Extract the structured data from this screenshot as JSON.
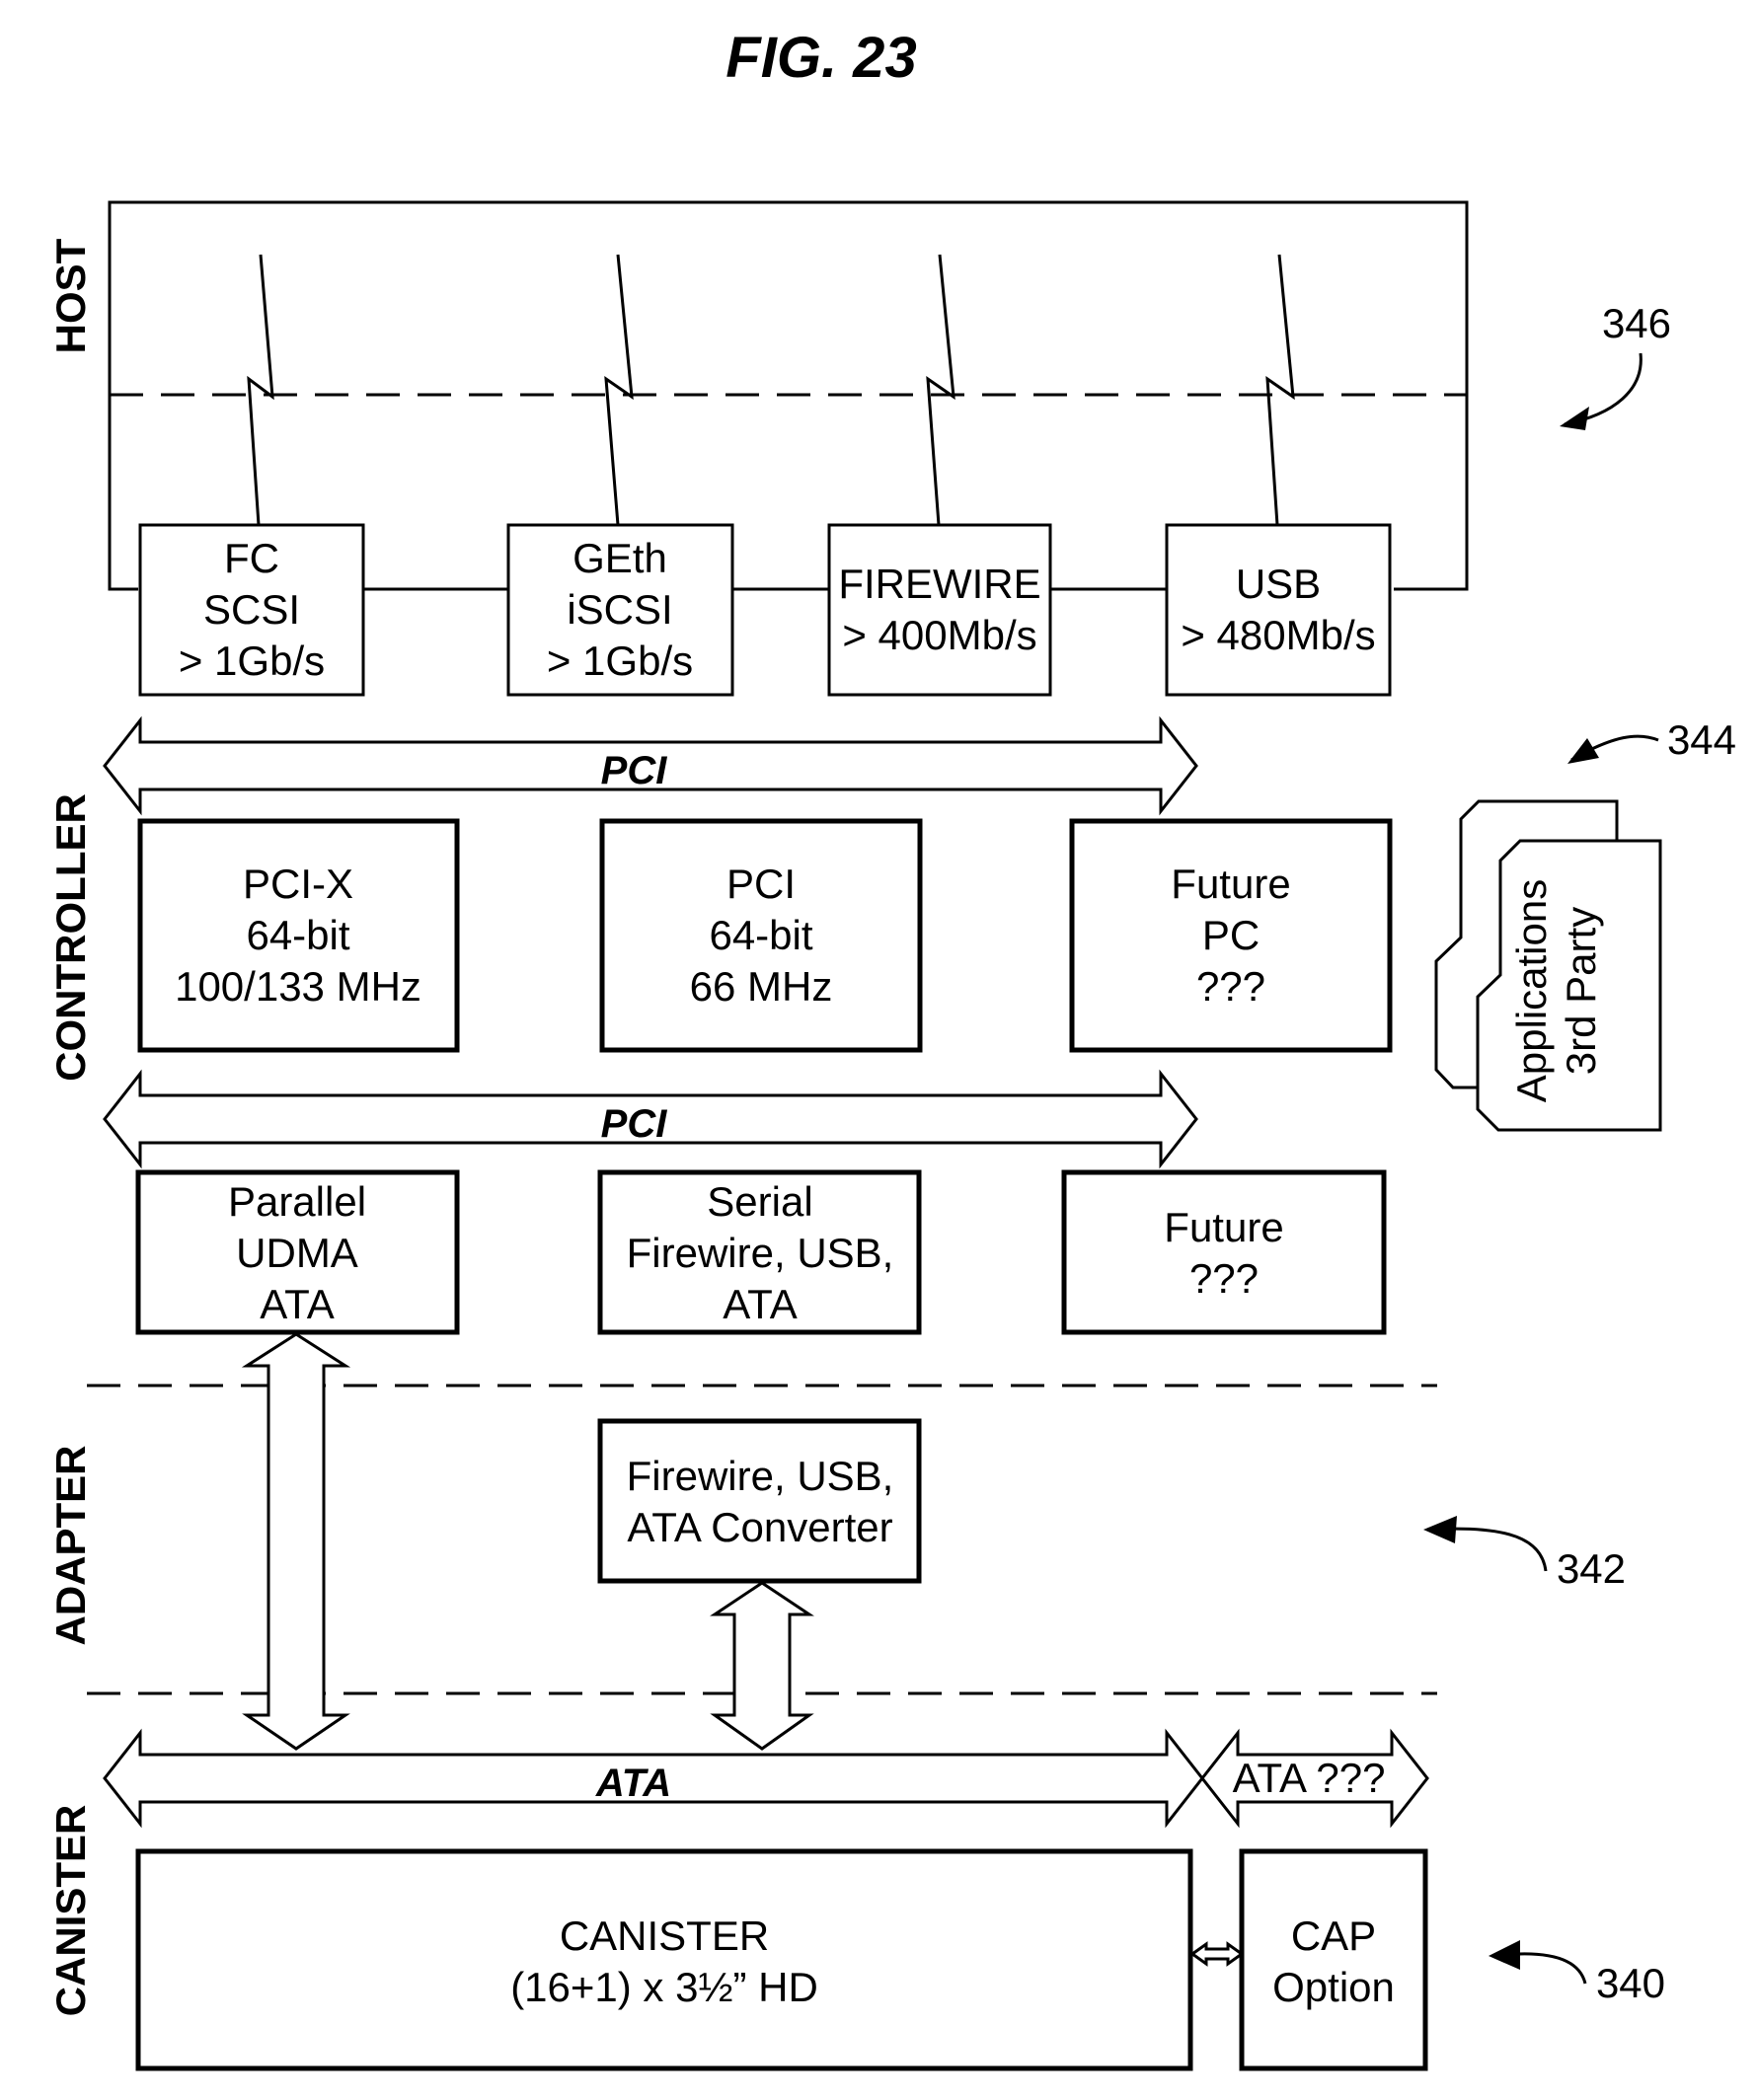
{
  "figure": {
    "title": "FIG. 23"
  },
  "layers": {
    "host": "HOST",
    "controller": "CONTROLLER",
    "adapter": "ADAPTER",
    "canister": "CANISTER"
  },
  "host_interfaces": [
    {
      "lines": [
        "FC",
        "SCSI",
        "> 1Gb/s"
      ]
    },
    {
      "lines": [
        "GEth",
        "iSCSI",
        "> 1Gb/s"
      ]
    },
    {
      "lines": [
        "FIREWIRE",
        "> 400Mb/s"
      ]
    },
    {
      "lines": [
        "USB",
        "> 480Mb/s"
      ]
    }
  ],
  "buses": {
    "pci_upper": "PCI",
    "pci_lower": "PCI",
    "ata": "ATA",
    "ata_ext": "ATA ???"
  },
  "controller_boxes": [
    {
      "lines": [
        "PCI-X",
        "64-bit",
        "100/133 MHz"
      ]
    },
    {
      "lines": [
        "PCI",
        "64-bit",
        "66 MHz"
      ]
    },
    {
      "lines": [
        "Future",
        "PC",
        "???"
      ]
    }
  ],
  "drive_interfaces": [
    {
      "lines": [
        "Parallel",
        "UDMA",
        "ATA"
      ]
    },
    {
      "lines": [
        "Serial",
        "Firewire, USB,",
        "ATA"
      ]
    },
    {
      "lines": [
        "Future",
        "???"
      ]
    }
  ],
  "applications_card": {
    "lines": [
      "Applications",
      "3rd Party"
    ]
  },
  "adapter_box": {
    "lines": [
      "Firewire, USB,",
      "ATA Converter"
    ]
  },
  "canister_box": {
    "lines": [
      "CANISTER",
      "(16+1) x 3½” HD"
    ]
  },
  "cap_box": {
    "lines": [
      "CAP",
      "Option"
    ]
  },
  "references": [
    "346",
    "344",
    "342",
    "340"
  ]
}
